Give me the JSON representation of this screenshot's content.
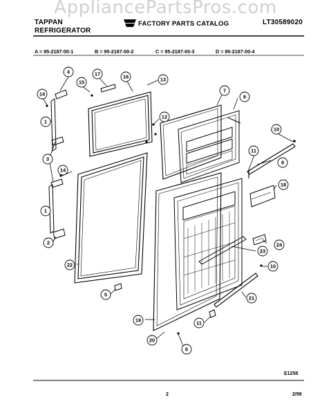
{
  "watermark": "AppliancePartsPros.com",
  "header": {
    "brand_line1": "TAPPAN",
    "brand_line2": "REFRIGERATOR",
    "catalog_title": "FACTORY PARTS CATALOG",
    "model": "LT30589020"
  },
  "model_codes": [
    "A = 95-2187-00-1",
    "B = 95-2187-00-2",
    "C = 95-2187-00-3",
    "D = 95-2187-00-4"
  ],
  "callouts": [
    "4",
    "15",
    "17",
    "16",
    "13",
    "14",
    "1",
    "7",
    "8",
    "12",
    "3",
    "10",
    "14",
    "11",
    "9",
    "18",
    "1",
    "2",
    "24",
    "22",
    "23",
    "10",
    "5",
    "21",
    "19",
    "11",
    "20",
    "6"
  ],
  "footer": {
    "figure_code": "E1258",
    "page_number": "2",
    "date": "2/99"
  }
}
